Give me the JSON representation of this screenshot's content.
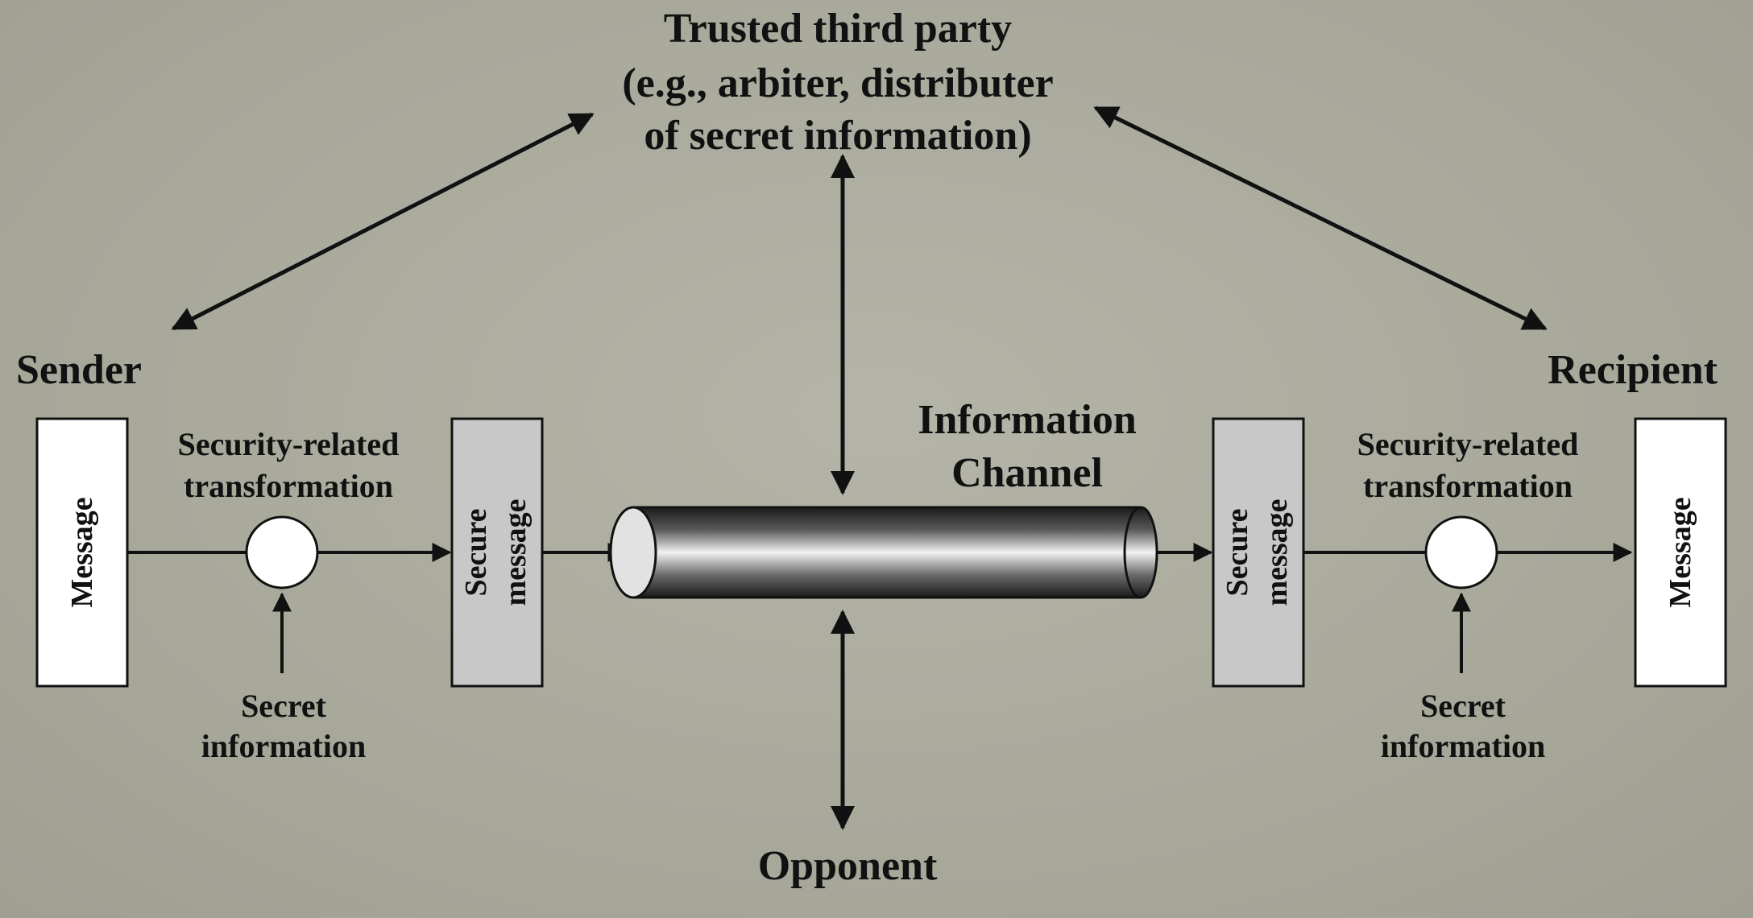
{
  "title": {
    "line1": "Trusted third party",
    "line2": "(e.g., arbiter, distributer",
    "line3": "of secret information)"
  },
  "sender": {
    "label": "Sender",
    "message_box": "Message",
    "transform_line1": "Security-related",
    "transform_line2": "transformation",
    "secret_line1": "Secret",
    "secret_line2": "information",
    "secure_line1": "Secure",
    "secure_line2": "message"
  },
  "recipient": {
    "label": "Recipient",
    "message_box": "Message",
    "transform_line1": "Security-related",
    "transform_line2": "transformation",
    "secret_line1": "Secret",
    "secret_line2": "information",
    "secure_line1": "Secure",
    "secure_line2": "message"
  },
  "channel": {
    "line1": "Information",
    "line2": "Channel"
  },
  "opponent": {
    "label": "Opponent"
  },
  "colors": {
    "background": "#a9a99c",
    "white_box": "#ffffff",
    "secure_box": "#c8c8c8",
    "line": "#111111"
  }
}
